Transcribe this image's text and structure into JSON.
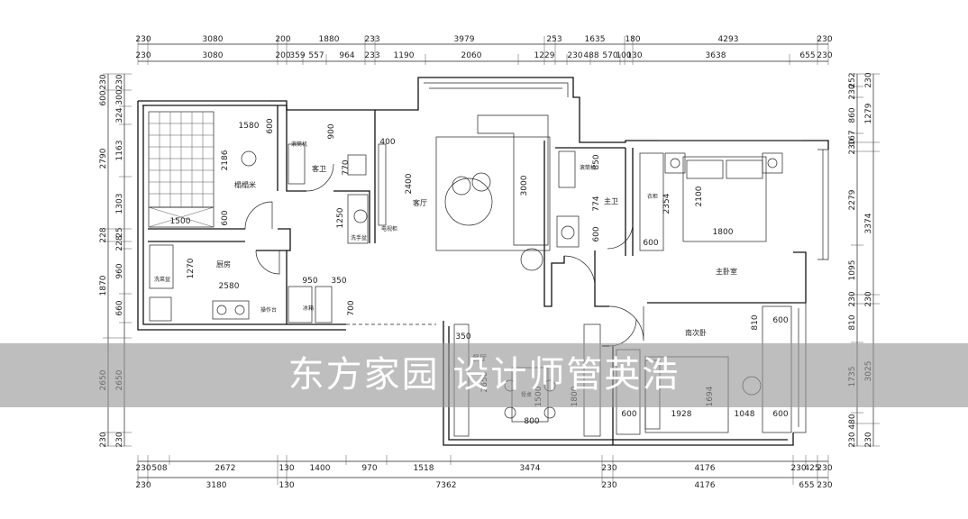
{
  "dimensions": {
    "top_row1": [
      "230",
      "3080",
      "200",
      "1880",
      "233",
      "3979",
      "253",
      "1635",
      "180",
      "4293",
      "230"
    ],
    "top_row2": [
      "230",
      "3080",
      "200",
      "359",
      "557",
      "964",
      "233",
      "1190",
      "2060",
      "1229",
      "230",
      "488",
      "570",
      "100",
      "130",
      "3638",
      "655",
      "230"
    ],
    "bottom_row1": [
      "230",
      "508",
      "2672",
      "130",
      "1400",
      "970",
      "1518",
      "3474",
      "230",
      "4176",
      "230",
      "425",
      "230"
    ],
    "bottom_row2": [
      "230",
      "3180",
      "130",
      "7362",
      "230",
      "4176",
      "655",
      "230"
    ],
    "left_outer": [
      "230",
      "600",
      "2790",
      "228",
      "1870",
      "2650",
      "230"
    ],
    "left_inner": [
      "230",
      "300",
      "324",
      "1163",
      "1303",
      "25",
      "228",
      "960",
      "660",
      "2650",
      "230"
    ],
    "right_inner": [
      "252",
      "230",
      "860",
      "167",
      "230",
      "2279",
      "1095",
      "230",
      "810",
      "1735",
      "480",
      "230"
    ],
    "right_outer": [
      "230",
      "1279",
      "3374",
      "230",
      "3025",
      "230"
    ]
  },
  "rooms": {
    "tatami": "榻榻米",
    "guest_bath": "客卫",
    "living": "客厅",
    "kitchen": "厨房",
    "master_bath": "主卫",
    "master_bedroom": "主卧室",
    "second_bedroom": "南次卧",
    "dining": "餐厅"
  },
  "labels": {
    "washer1": "滚筒机",
    "washer2": "滚筒机",
    "sink_area": "洗菜盆",
    "counter": "操作台",
    "fridge": "冰箱",
    "wash_basin": "洗手盆",
    "tv_cabinet": "电视柜",
    "wardrobe": "衣柜",
    "table": "餐桌"
  },
  "inner_dims": {
    "d1580": "1580",
    "d600a": "600",
    "d2186": "2186",
    "d1500": "1500",
    "d600b": "600",
    "d900": "900",
    "d770": "770",
    "d400": "400",
    "d2400": "2400",
    "d1250": "1250",
    "d1270": "1270",
    "d2580": "2580",
    "d950": "950",
    "d350a": "350",
    "d700": "700",
    "d3000": "3000",
    "d850": "850",
    "d774": "774",
    "d600c": "600",
    "d2354": "2354",
    "d2100": "2100",
    "d600d": "600",
    "d1800": "1800",
    "d810": "810",
    "d600e": "600",
    "d350b": "350",
    "d2650": "2650",
    "d1500b": "1500",
    "d1800b": "1800",
    "d800": "800",
    "d600f": "600",
    "d1928": "1928",
    "d1694": "1694",
    "d1048": "1048",
    "d600g": "600"
  },
  "watermark": "东方家园 设计师管英浩"
}
